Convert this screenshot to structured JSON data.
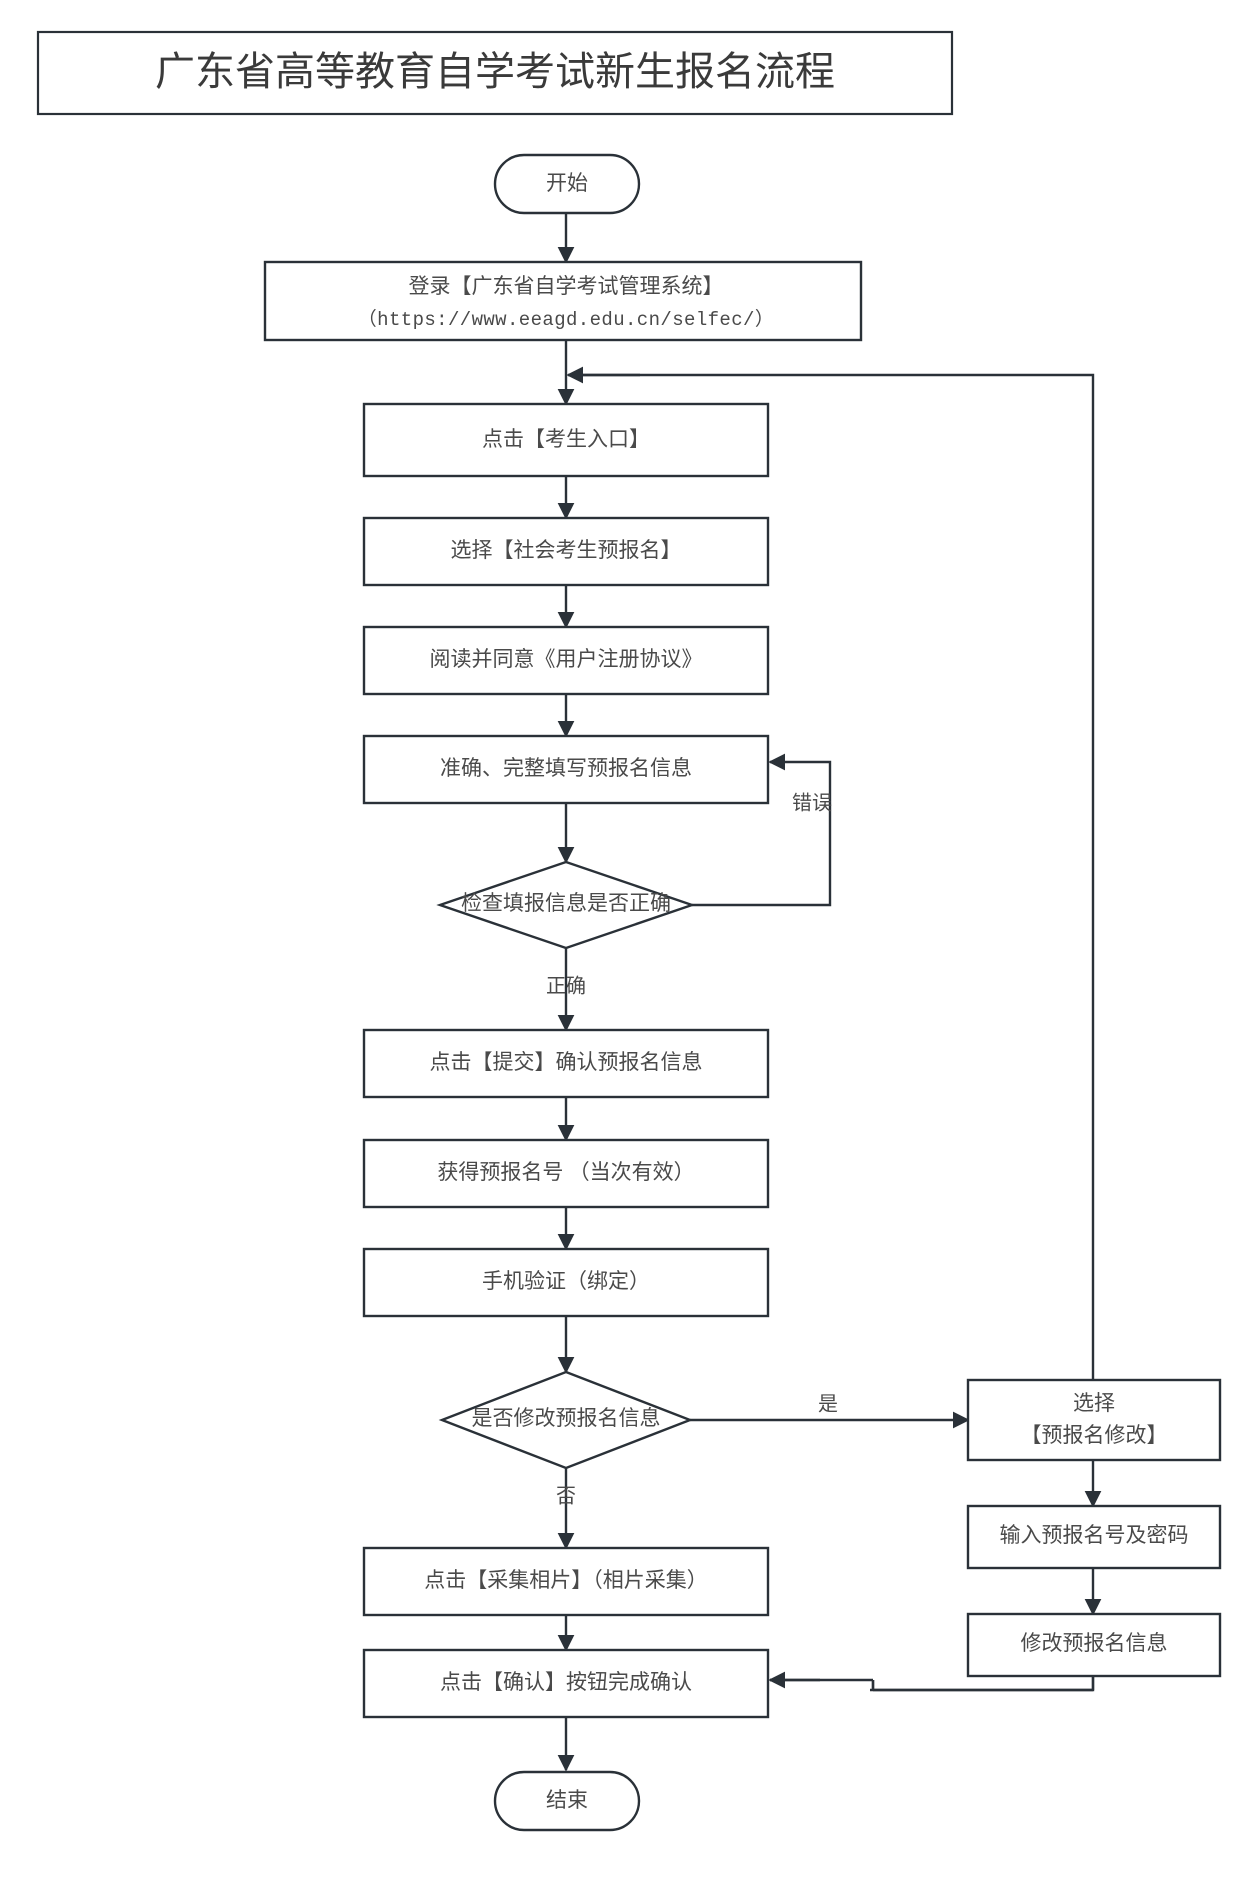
{
  "document": {
    "title": "广东省高等教育自学考试新生报名流程",
    "type": "flowchart"
  },
  "chart_data": {
    "type": "diagram",
    "title": "广东省高等教育自学考试新生报名流程",
    "orientation": "top-to-bottom",
    "nodes": [
      {
        "id": "start",
        "shape": "stadium",
        "label": "开始"
      },
      {
        "id": "login",
        "shape": "rect",
        "label": "登录【广东省自学考试管理系统】",
        "label2": "（https://www.eeagd.edu.cn/selfec/）"
      },
      {
        "id": "entry",
        "shape": "rect",
        "label": "点击【考生入口】"
      },
      {
        "id": "pre_reg",
        "shape": "rect",
        "label": "选择【社会考生预报名】"
      },
      {
        "id": "agreement",
        "shape": "rect",
        "label": "阅读并同意《用户注册协议》"
      },
      {
        "id": "fill_info",
        "shape": "rect",
        "label": "准确、完整填写预报名信息"
      },
      {
        "id": "check",
        "shape": "diamond",
        "label": "检查填报信息是否正确"
      },
      {
        "id": "submit",
        "shape": "rect",
        "label": "点击【提交】确认预报名信息"
      },
      {
        "id": "get_number",
        "shape": "rect",
        "label": "获得预报名号 （当次有效）"
      },
      {
        "id": "phone",
        "shape": "rect",
        "label": "手机验证（绑定）"
      },
      {
        "id": "modify_q",
        "shape": "diamond",
        "label": "是否修改预报名信息"
      },
      {
        "id": "photo",
        "shape": "rect",
        "label": "点击【采集相片】（相片采集）"
      },
      {
        "id": "confirm",
        "shape": "rect",
        "label": "点击【确认】按钮完成确认"
      },
      {
        "id": "end",
        "shape": "stadium",
        "label": "结束"
      },
      {
        "id": "sel_modify",
        "shape": "rect",
        "label": "选择",
        "label2": "【预报名修改】"
      },
      {
        "id": "input_pwd",
        "shape": "rect",
        "label": "输入预报名号及密码"
      },
      {
        "id": "do_modify",
        "shape": "rect",
        "label": "修改预报名信息"
      }
    ],
    "edges": [
      {
        "from": "start",
        "to": "login",
        "label": ""
      },
      {
        "from": "login",
        "to": "entry",
        "label": ""
      },
      {
        "from": "entry",
        "to": "pre_reg",
        "label": ""
      },
      {
        "from": "pre_reg",
        "to": "agreement",
        "label": ""
      },
      {
        "from": "agreement",
        "to": "fill_info",
        "label": ""
      },
      {
        "from": "fill_info",
        "to": "check",
        "label": ""
      },
      {
        "from": "check",
        "to": "fill_info",
        "label": "错误"
      },
      {
        "from": "check",
        "to": "submit",
        "label": "正确"
      },
      {
        "from": "submit",
        "to": "get_number",
        "label": ""
      },
      {
        "from": "get_number",
        "to": "phone",
        "label": ""
      },
      {
        "from": "phone",
        "to": "modify_q",
        "label": ""
      },
      {
        "from": "modify_q",
        "to": "sel_modify",
        "label": "是"
      },
      {
        "from": "modify_q",
        "to": "photo",
        "label": "否"
      },
      {
        "from": "photo",
        "to": "confirm",
        "label": ""
      },
      {
        "from": "confirm",
        "to": "end",
        "label": ""
      },
      {
        "from": "sel_modify",
        "to": "input_pwd",
        "label": ""
      },
      {
        "from": "input_pwd",
        "to": "do_modify",
        "label": ""
      },
      {
        "from": "do_modify",
        "to": "confirm",
        "label": ""
      },
      {
        "from": "sel_modify",
        "to": "entry",
        "label": ""
      }
    ],
    "edge_labels": {
      "error": "错误",
      "correct": "正确",
      "yes": "是",
      "no": "否"
    },
    "colors": {
      "stroke": "#2a3138",
      "fill": "#ffffff",
      "text": "#4a4a4a",
      "title_text": "#3a3a3a"
    }
  }
}
